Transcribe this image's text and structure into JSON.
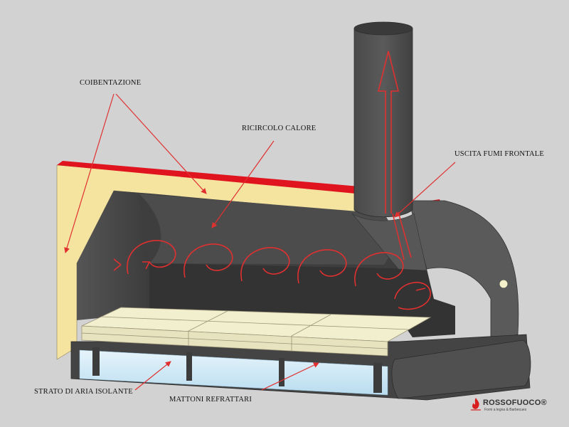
{
  "labels": {
    "insulation": "COIBENTAZIONE",
    "heat_recirculation": "RICIRCOLO  CALORE",
    "front_flue_exit": "USCITA FUMI FRONTALE",
    "air_layer": "STRATO DI ARIA ISOLANTE",
    "refractory_bricks": "MATTONI REFRATTARI"
  },
  "logo": {
    "name": "ROSSOFUOCO®",
    "tagline": "Forni a legna & Barbecues"
  },
  "colors": {
    "background": "#d2d2d2",
    "insulation": "#f5e3a0",
    "insulation_top": "#e0141e",
    "oven_dark": "#4a4a4a",
    "oven_mid": "#5c5c5c",
    "oven_light": "#6e6e6e",
    "bricks": "#f2efcf",
    "air": "#cfe6f2",
    "arrow": "#e03030"
  }
}
